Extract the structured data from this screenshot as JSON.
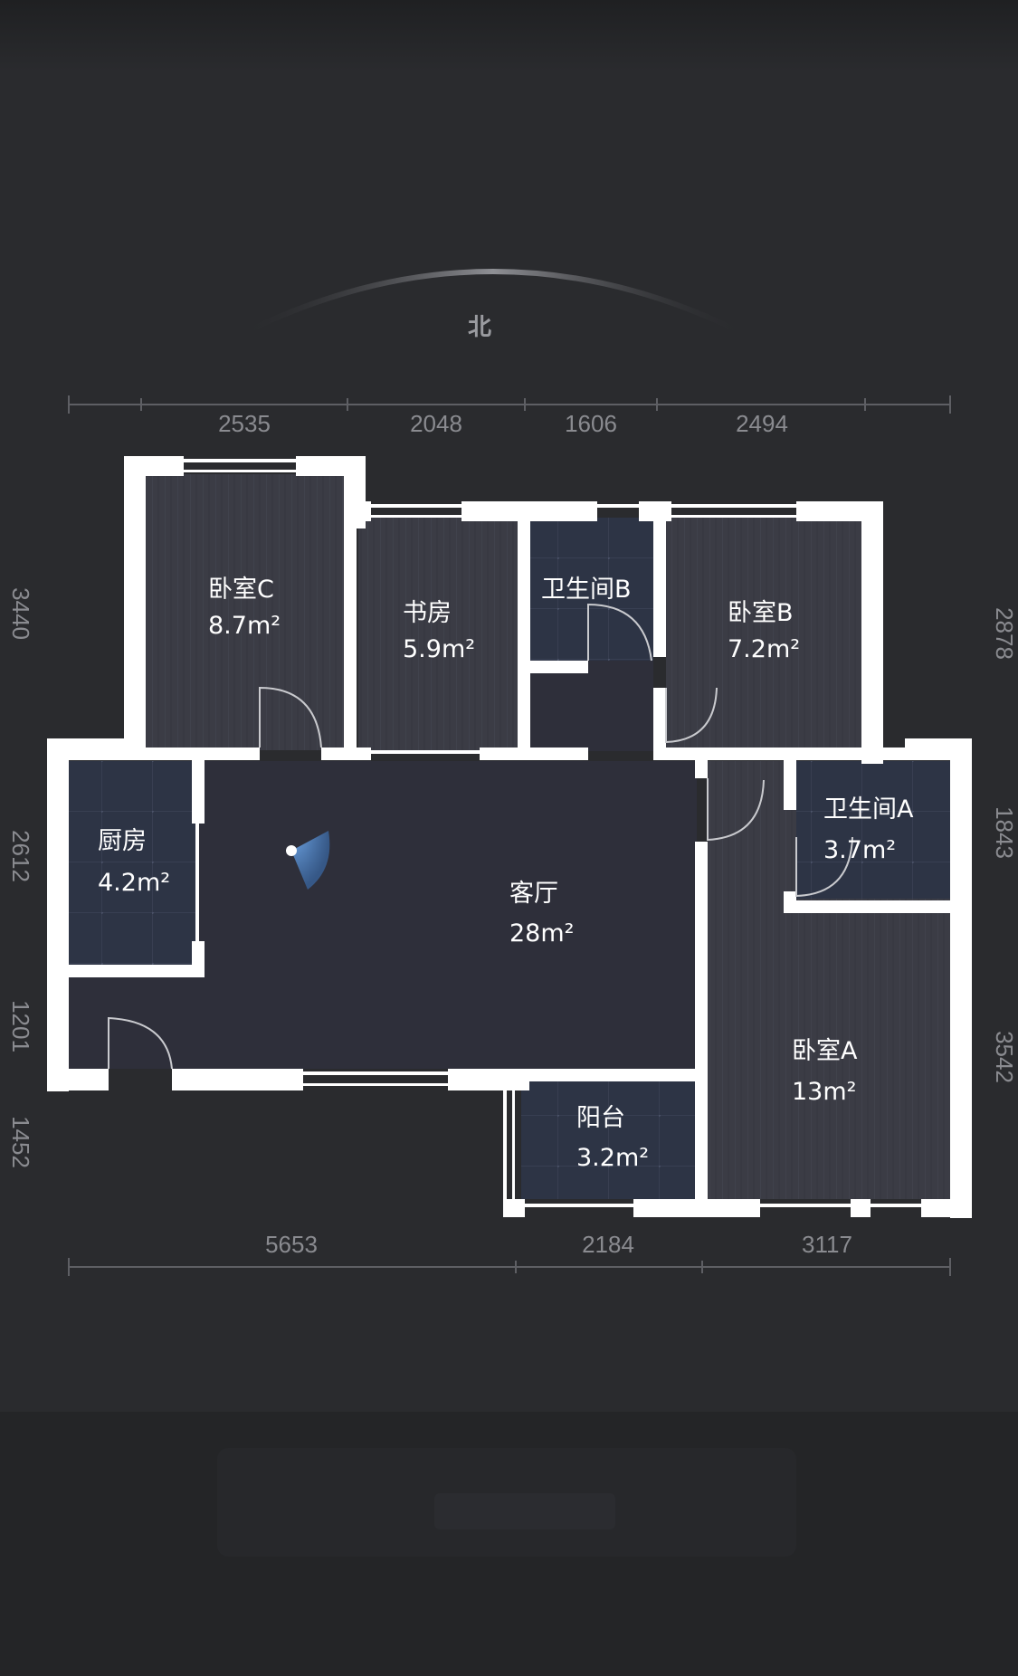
{
  "compass": {
    "label": "北"
  },
  "dimensions": {
    "top": [
      "2535",
      "2048",
      "1606",
      "2494"
    ],
    "bottom": [
      "5653",
      "2184",
      "3117"
    ],
    "left": [
      "3440",
      "2612",
      "1201",
      "1452"
    ],
    "right": [
      "2878",
      "1843",
      "3542"
    ]
  },
  "rooms": [
    {
      "id": "bedroom-c",
      "name": "卧室C",
      "area": "8.7m²"
    },
    {
      "id": "study",
      "name": "书房",
      "area": "5.9m²"
    },
    {
      "id": "bathroom-b",
      "name": "卫生间B",
      "area": ""
    },
    {
      "id": "bedroom-b",
      "name": "卧室B",
      "area": "7.2m²"
    },
    {
      "id": "kitchen",
      "name": "厨房",
      "area": "4.2m²"
    },
    {
      "id": "living-room",
      "name": "客厅",
      "area": "28m²"
    },
    {
      "id": "bathroom-a",
      "name": "卫生间A",
      "area": "3.7m²"
    },
    {
      "id": "bedroom-a",
      "name": "卧室A",
      "area": "13m²"
    },
    {
      "id": "balcony",
      "name": "阳台",
      "area": "3.2m²"
    }
  ],
  "colors": {
    "background": "#2a2b2e",
    "wall": "#ffffff",
    "floor_wood": "#3b3c45",
    "floor_tile": "#2d3445",
    "floor_living": "#2e2f3a",
    "dimension": "#8a8b90",
    "viewpoint": "#5a9fe0"
  }
}
